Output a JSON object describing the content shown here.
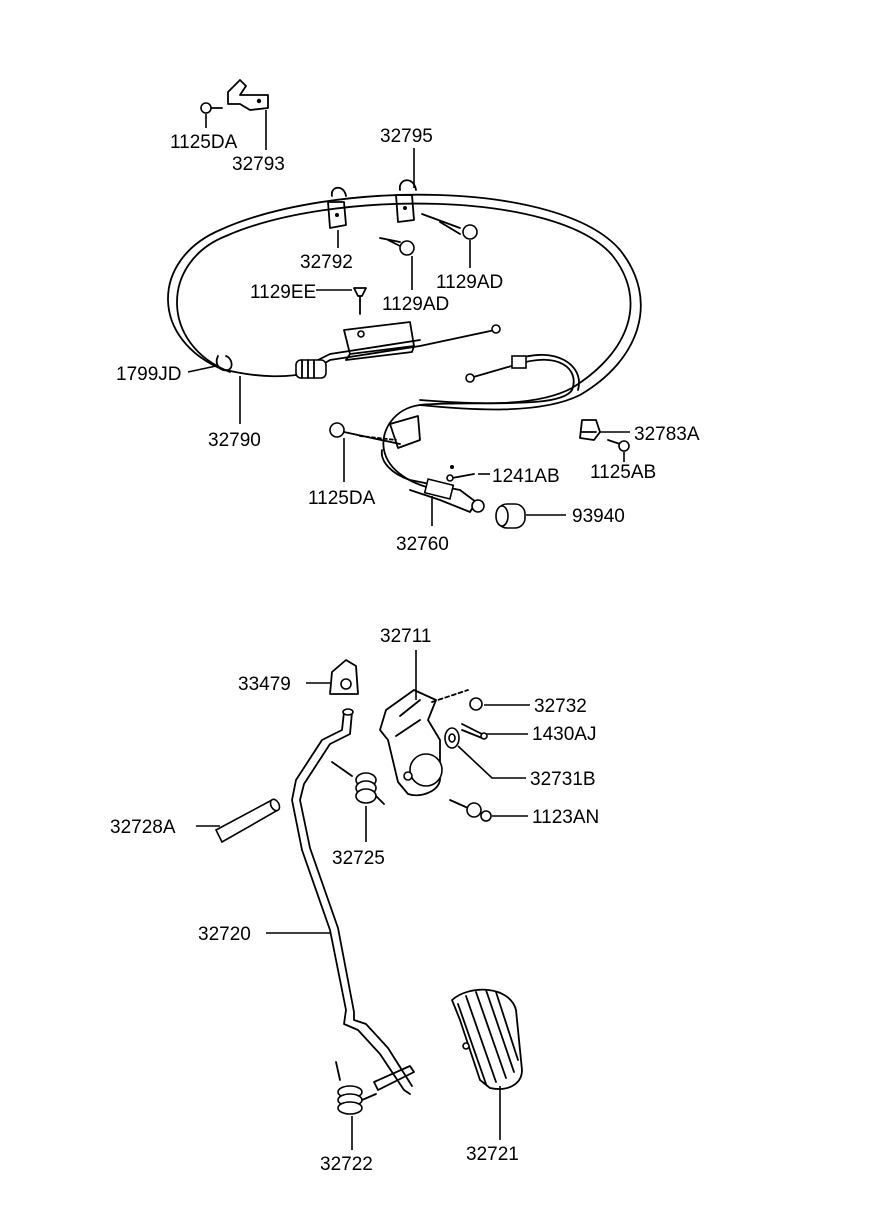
{
  "labels": {
    "p1125DA_top": "1125DA",
    "p32793": "32793",
    "p32795": "32795",
    "p32792": "32792",
    "p1129AD_a": "1129AD",
    "p1129EE": "1129EE",
    "p1129AD_b": "1129AD",
    "p1799JD": "1799JD",
    "p32790": "32790",
    "p32783A": "32783A",
    "p1125AB": "1125AB",
    "p1241AB": "1241AB",
    "p1125DA_bot": "1125DA",
    "p93940": "93940",
    "p32760": "32760",
    "p32711": "32711",
    "p33479": "33479",
    "p32732": "32732",
    "p1430AJ": "1430AJ",
    "p32731B": "32731B",
    "p1123AN": "1123AN",
    "p32728A": "32728A",
    "p32725": "32725",
    "p32720": "32720",
    "p32722": "32722",
    "p32721": "32721"
  }
}
